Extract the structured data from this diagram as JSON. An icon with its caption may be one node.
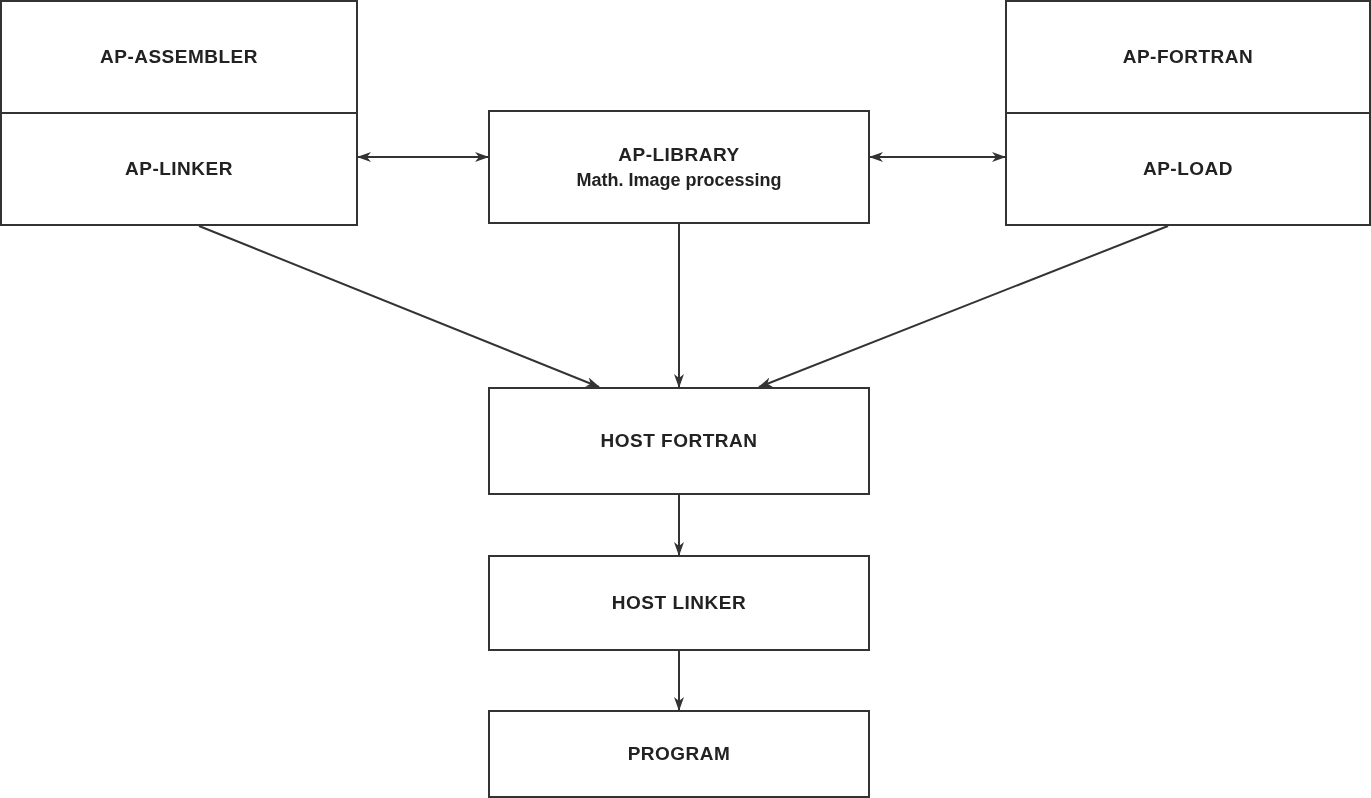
{
  "diagram": {
    "nodes": [
      {
        "text": [
          "AP-ASSEMBLER"
        ]
      },
      {
        "text": [
          "AP-LINKER"
        ]
      },
      {
        "text": [
          "AP-LIBRARY",
          "Math. Image processing"
        ]
      },
      {
        "text": [
          "AP-FORTRAN"
        ]
      },
      {
        "text": [
          "AP-LOAD"
        ]
      },
      {
        "text": [
          "HOST FORTRAN"
        ]
      },
      {
        "text": [
          "HOST LINKER"
        ]
      },
      {
        "text": [
          "PROGRAM"
        ]
      }
    ],
    "edges": [
      {
        "from": 1,
        "to": 2,
        "arrow": "both"
      },
      {
        "from": 2,
        "to": 4,
        "arrow": "both"
      },
      {
        "from": 1,
        "to": 5,
        "arrow": "to"
      },
      {
        "from": 2,
        "to": 5,
        "arrow": "to"
      },
      {
        "from": 4,
        "to": 5,
        "arrow": "to"
      },
      {
        "from": 5,
        "to": 6,
        "arrow": "to"
      },
      {
        "from": 6,
        "to": 7,
        "arrow": "to"
      }
    ]
  }
}
